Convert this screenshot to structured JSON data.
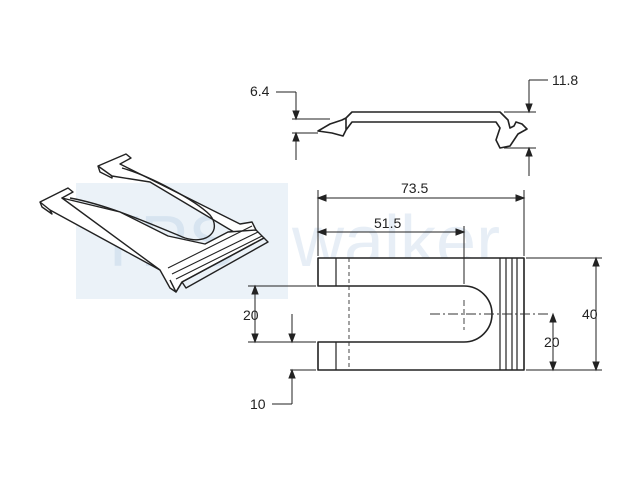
{
  "watermark": {
    "brand_a": "TPS",
    "brand_b": "walker",
    "color": "#7fa7cf"
  },
  "dimensions": {
    "d_6_4": "6.4",
    "d_11_8": "11.8",
    "d_73_5": "73.5",
    "d_51_5": "51.5",
    "d_20_left": "20",
    "d_40": "40",
    "d_20_right": "20",
    "d_10": "10"
  },
  "colors": {
    "line": "#222222",
    "center_line": "#333333",
    "part_fill": "#ffffff"
  }
}
